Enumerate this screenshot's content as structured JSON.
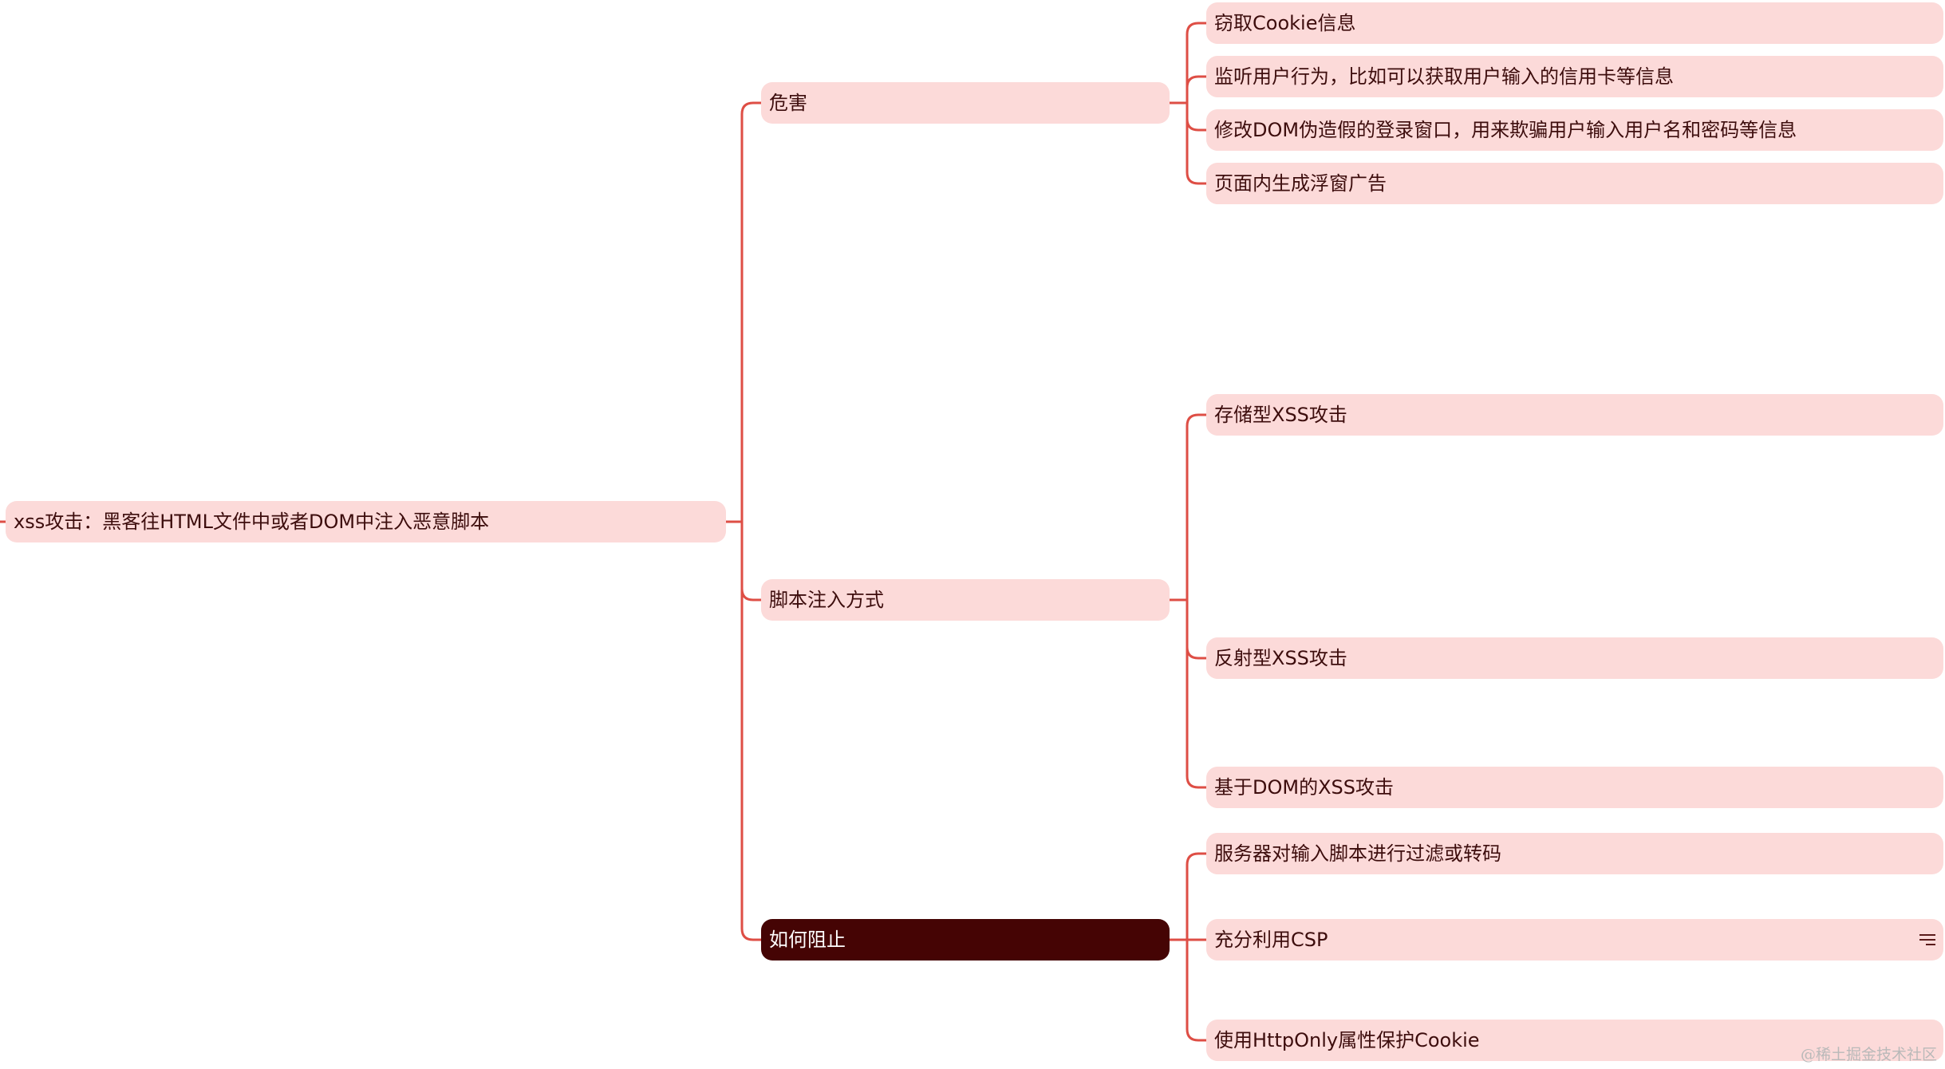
{
  "colors": {
    "line": "#de4e45",
    "node_fill": "#fcdad9",
    "node_text": "#3d0d0d",
    "selected_fill": "#450404",
    "selected_text": "#ffffff"
  },
  "root": {
    "label": "xss攻击：黑客往HTML文件中或者DOM中注入恶意脚本"
  },
  "branches": [
    {
      "label": "危害",
      "children": [
        {
          "label": "窃取Cookie信息"
        },
        {
          "label": "监听用户行为，比如可以获取用户输入的信用卡等信息"
        },
        {
          "label": "修改DOM伪造假的登录窗口，用来欺骗用户输入用户名和密码等信息"
        },
        {
          "label": "页面内生成浮窗广告"
        }
      ]
    },
    {
      "label": "脚本注入方式",
      "children": [
        {
          "label": "存储型XSS攻击"
        },
        {
          "label": "反射型XSS攻击"
        },
        {
          "label": "基于DOM的XSS攻击"
        }
      ]
    },
    {
      "label": "如何阻止",
      "selected": true,
      "children": [
        {
          "label": "服务器对输入脚本进行过滤或转码"
        },
        {
          "label": "充分利用CSP",
          "has_note": true,
          "icon": "notes-icon"
        },
        {
          "label": "使用HttpOnly属性保护Cookie"
        }
      ]
    }
  ],
  "watermark": "@稀土掘金技术社区"
}
